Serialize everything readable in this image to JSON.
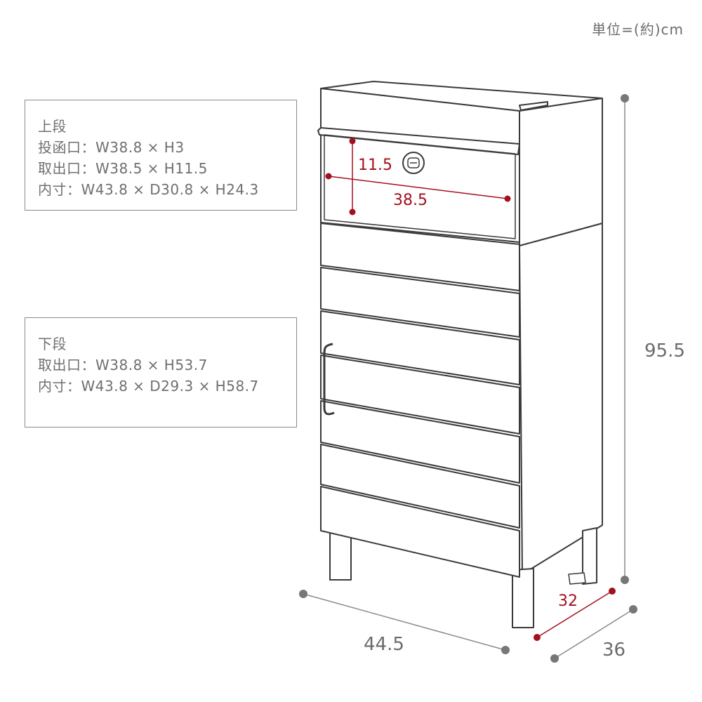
{
  "unit_label": "単位=(約)cm",
  "upper": {
    "title": "上段",
    "lines": [
      "投函口：W38.8 × H3",
      "取出口：W38.5 × H11.5",
      "内寸：W43.8 × D30.8 × H24.3"
    ]
  },
  "lower": {
    "title": "下段",
    "lines": [
      "取出口：W38.8 × H53.7",
      "内寸：W43.8 × D29.3 × H58.7"
    ]
  },
  "dimensions": {
    "height": "95.5",
    "width": "44.5",
    "depth": "36",
    "inner_depth": "32",
    "opening_height": "11.5",
    "opening_width": "38.5"
  },
  "colors": {
    "dimension_red": "#a3101e",
    "dimension_gray": "#777777",
    "outline": "#3a3a3a"
  }
}
